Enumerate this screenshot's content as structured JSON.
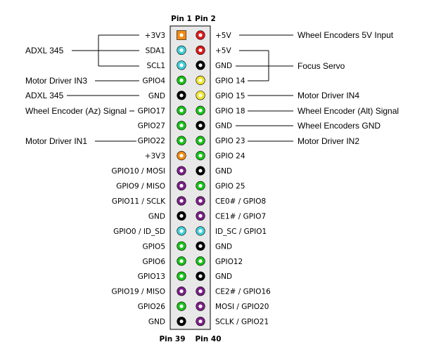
{
  "header": {
    "pin1": "Pin 1",
    "pin2": "Pin 2"
  },
  "footer": {
    "pin39": "Pin 39",
    "pin40": "Pin 40"
  },
  "colors": {
    "board": "#e8e8e8",
    "board_border": "#000000",
    "orange": "#f28a10",
    "red": "#dd1a1a",
    "cyan": "#3fd0d8",
    "yellow": "#f2e62a",
    "black": "#000000",
    "green": "#16c316",
    "purple": "#7a1f86"
  },
  "rows": [
    {
      "left": "+3V3",
      "left_color": "orange",
      "left_square": true,
      "right": "+5V",
      "right_color": "red"
    },
    {
      "left": "SDA1",
      "left_color": "cyan",
      "right": "+5V",
      "right_color": "red"
    },
    {
      "left": "SCL1",
      "left_color": "cyan",
      "right": "GND",
      "right_color": "black"
    },
    {
      "left": "GPIO4",
      "left_color": "green",
      "right": "GPIO 14",
      "right_color": "yellow"
    },
    {
      "left": "GND",
      "left_color": "black",
      "right": "GPIO 15",
      "right_color": "yellow"
    },
    {
      "left": "GPIO17",
      "left_color": "green",
      "right": "GPIO 18",
      "right_color": "green"
    },
    {
      "left": "GPIO27",
      "left_color": "green",
      "right": "GND",
      "right_color": "black"
    },
    {
      "left": "GPIO22",
      "left_color": "green",
      "right": "GPIO 23",
      "right_color": "green"
    },
    {
      "left": "+3V3",
      "left_color": "orange",
      "right": "GPIO 24",
      "right_color": "green"
    },
    {
      "left": "GPIO10 / MOSI",
      "left_color": "purple",
      "right": "GND",
      "right_color": "black"
    },
    {
      "left": "GPIO9 / MISO",
      "left_color": "purple",
      "right": "GPIO 25",
      "right_color": "green"
    },
    {
      "left": "GPIO11 / SCLK",
      "left_color": "purple",
      "right": "CE0# / GPIO8",
      "right_color": "purple"
    },
    {
      "left": "GND",
      "left_color": "black",
      "right": "CE1# / GPIO7",
      "right_color": "purple"
    },
    {
      "left": "GPIO0 / ID_SD",
      "left_color": "cyan",
      "right": "ID_SC / GPIO1",
      "right_color": "cyan"
    },
    {
      "left": "GPIO5",
      "left_color": "green",
      "right": "GND",
      "right_color": "black"
    },
    {
      "left": "GPIO6",
      "left_color": "green",
      "right": "GPIO12",
      "right_color": "green"
    },
    {
      "left": "GPIO13",
      "left_color": "green",
      "right": "GND",
      "right_color": "black"
    },
    {
      "left": "GPIO19 / MISO",
      "left_color": "purple",
      "right": "CE2# / GPIO16",
      "right_color": "purple"
    },
    {
      "left": "GPIO26",
      "left_color": "green",
      "right": "MOSI / GPIO20",
      "right_color": "purple"
    },
    {
      "left": "GND",
      "left_color": "black",
      "right": "SCLK / GPIO21",
      "right_color": "purple"
    }
  ],
  "annotations": {
    "adxl_top": "ADXL 345",
    "motor_in3": "Motor Driver IN3",
    "adxl_gnd": "ADXL 345",
    "wheel_az": "Wheel Encoder (Az) Signal",
    "motor_in1": "Motor Driver IN1",
    "wheel_5v": "Wheel Encoders 5V Input",
    "focus_servo": "Focus Servo",
    "motor_in4": "Motor Driver IN4",
    "wheel_alt": "Wheel Encoder (Alt) Signal",
    "wheel_gnd": "Wheel Encoders GND",
    "motor_in2": "Motor Driver IN2"
  }
}
